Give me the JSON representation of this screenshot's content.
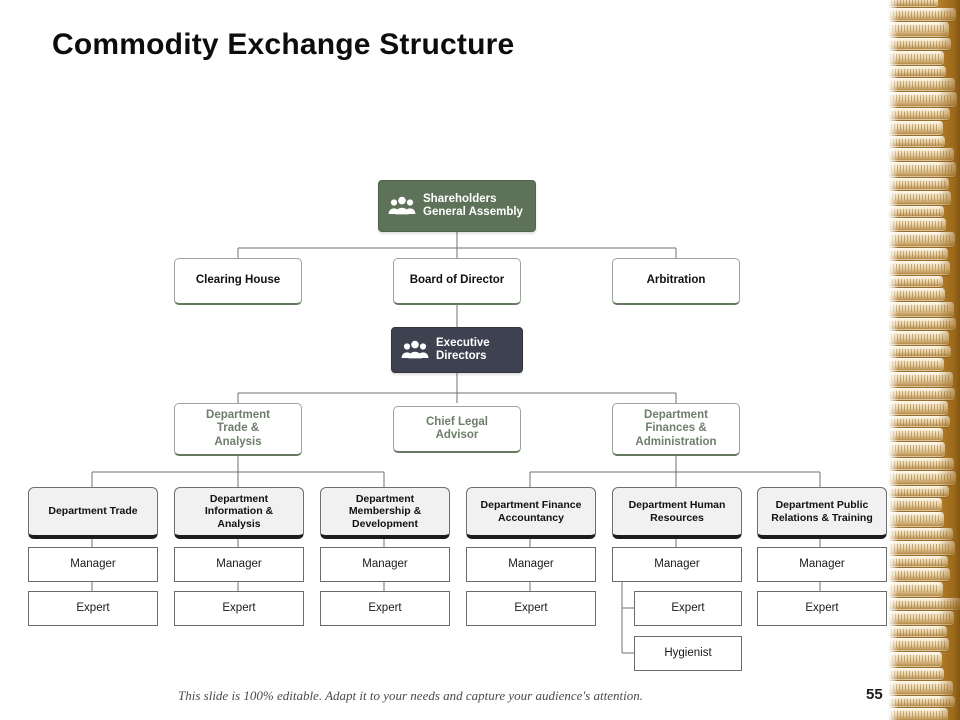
{
  "slide": {
    "title": "Commodity Exchange Structure",
    "footer_note": "This slide is 100% editable. Adapt it to your needs and capture your audience's attention.",
    "page_number": "55"
  },
  "colors": {
    "green_node": "#5d7259",
    "slate_node": "#3e4250",
    "dept_fill": "#f1f1f1",
    "muted_text": "#6d7f6a",
    "coin_strip": "#b98b3e"
  },
  "chart": {
    "type": "org-chart",
    "root": {
      "label_line1": "Shareholders",
      "label_line2": "General Assembly",
      "icon": "people-group-icon"
    },
    "row2": [
      {
        "label": "Clearing House"
      },
      {
        "label": "Board of Director"
      },
      {
        "label": "Arbitration"
      }
    ],
    "executive": {
      "label_line1": "Executive",
      "label_line2": "Directors",
      "icon": "people-group-icon"
    },
    "row4": [
      {
        "label_line1": "Department",
        "label_line2": "Trade &",
        "label_line3": "Analysis"
      },
      {
        "label_line1": "Chief Legal",
        "label_line2": "Advisor",
        "label_line3": ""
      },
      {
        "label_line1": "Department",
        "label_line2": "Finances &",
        "label_line3": "Administration"
      }
    ],
    "departments": [
      {
        "line1": "Department Trade",
        "line2": "",
        "line3": ""
      },
      {
        "line1": "Department",
        "line2": "Information &",
        "line3": "Analysis"
      },
      {
        "line1": "Department",
        "line2": "Membership &",
        "line3": "Development"
      },
      {
        "line1": "Department Finance",
        "line2": "Accountancy",
        "line3": ""
      },
      {
        "line1": "Department Human",
        "line2": "Resources",
        "line3": ""
      },
      {
        "line1": "Department Public",
        "line2": "Relations & Training",
        "line3": ""
      }
    ],
    "staff": {
      "manager": "Manager",
      "expert": "Expert",
      "hygienist": "Hygienist"
    }
  }
}
